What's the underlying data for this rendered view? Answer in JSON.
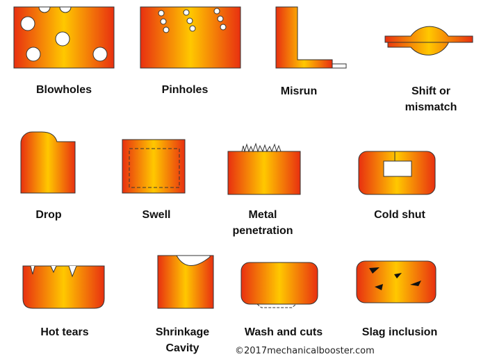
{
  "defects": [
    {
      "id": "blowholes",
      "label": "Blowholes"
    },
    {
      "id": "pinholes",
      "label": "Pinholes"
    },
    {
      "id": "misrun",
      "label": "Misrun"
    },
    {
      "id": "shift",
      "label": "Shift or\nmismatch"
    },
    {
      "id": "drop",
      "label": "Drop"
    },
    {
      "id": "swell",
      "label": "Swell"
    },
    {
      "id": "metal-penetration",
      "label": "Metal\npenetration"
    },
    {
      "id": "cold-shut",
      "label": "Cold shut"
    },
    {
      "id": "hot-tears",
      "label": "Hot tears"
    },
    {
      "id": "shrinkage-cavity",
      "label": "Shrinkage\nCavity"
    },
    {
      "id": "wash-and-cuts",
      "label": "Wash and cuts"
    },
    {
      "id": "slag-inclusion",
      "label": "Slag inclusion"
    }
  ],
  "copyright": "©2017mechanicalbooster.com",
  "colors": {
    "edge": "#e83010",
    "center": "#ffc800",
    "outline": "#333333"
  }
}
